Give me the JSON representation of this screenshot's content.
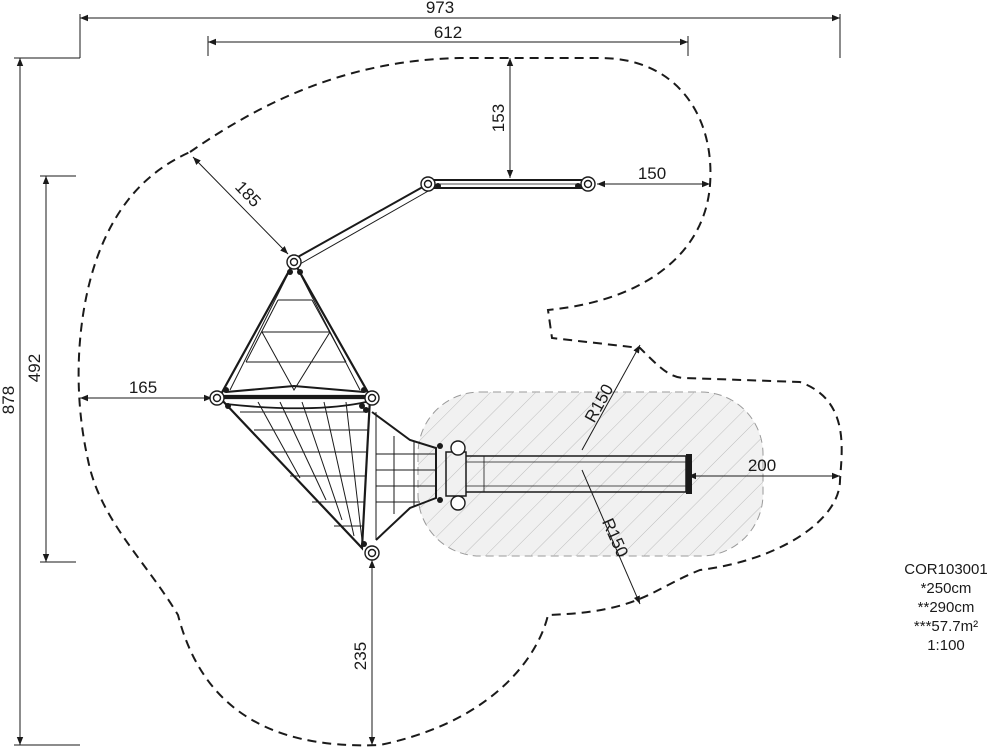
{
  "dimensions": {
    "overall_width": "973",
    "inner_width": "612",
    "overall_height": "878",
    "frame_height": "492",
    "top_offset": "153",
    "right_offset_top": "150",
    "diag_offset": "185",
    "left_offset": "165",
    "right_offset_mid": "200",
    "radius_top": "R150",
    "radius_bottom": "R150",
    "bottom_offset": "235"
  },
  "info": {
    "code": "COR103001",
    "height_1": "*250cm",
    "height_2": "**290cm",
    "area": "***57.7m²",
    "scale": "1:100"
  },
  "colors": {
    "line": "#1a1a1a",
    "hatch_fill": "#f1f1f1",
    "hatch_line": "#bdbdbd"
  }
}
